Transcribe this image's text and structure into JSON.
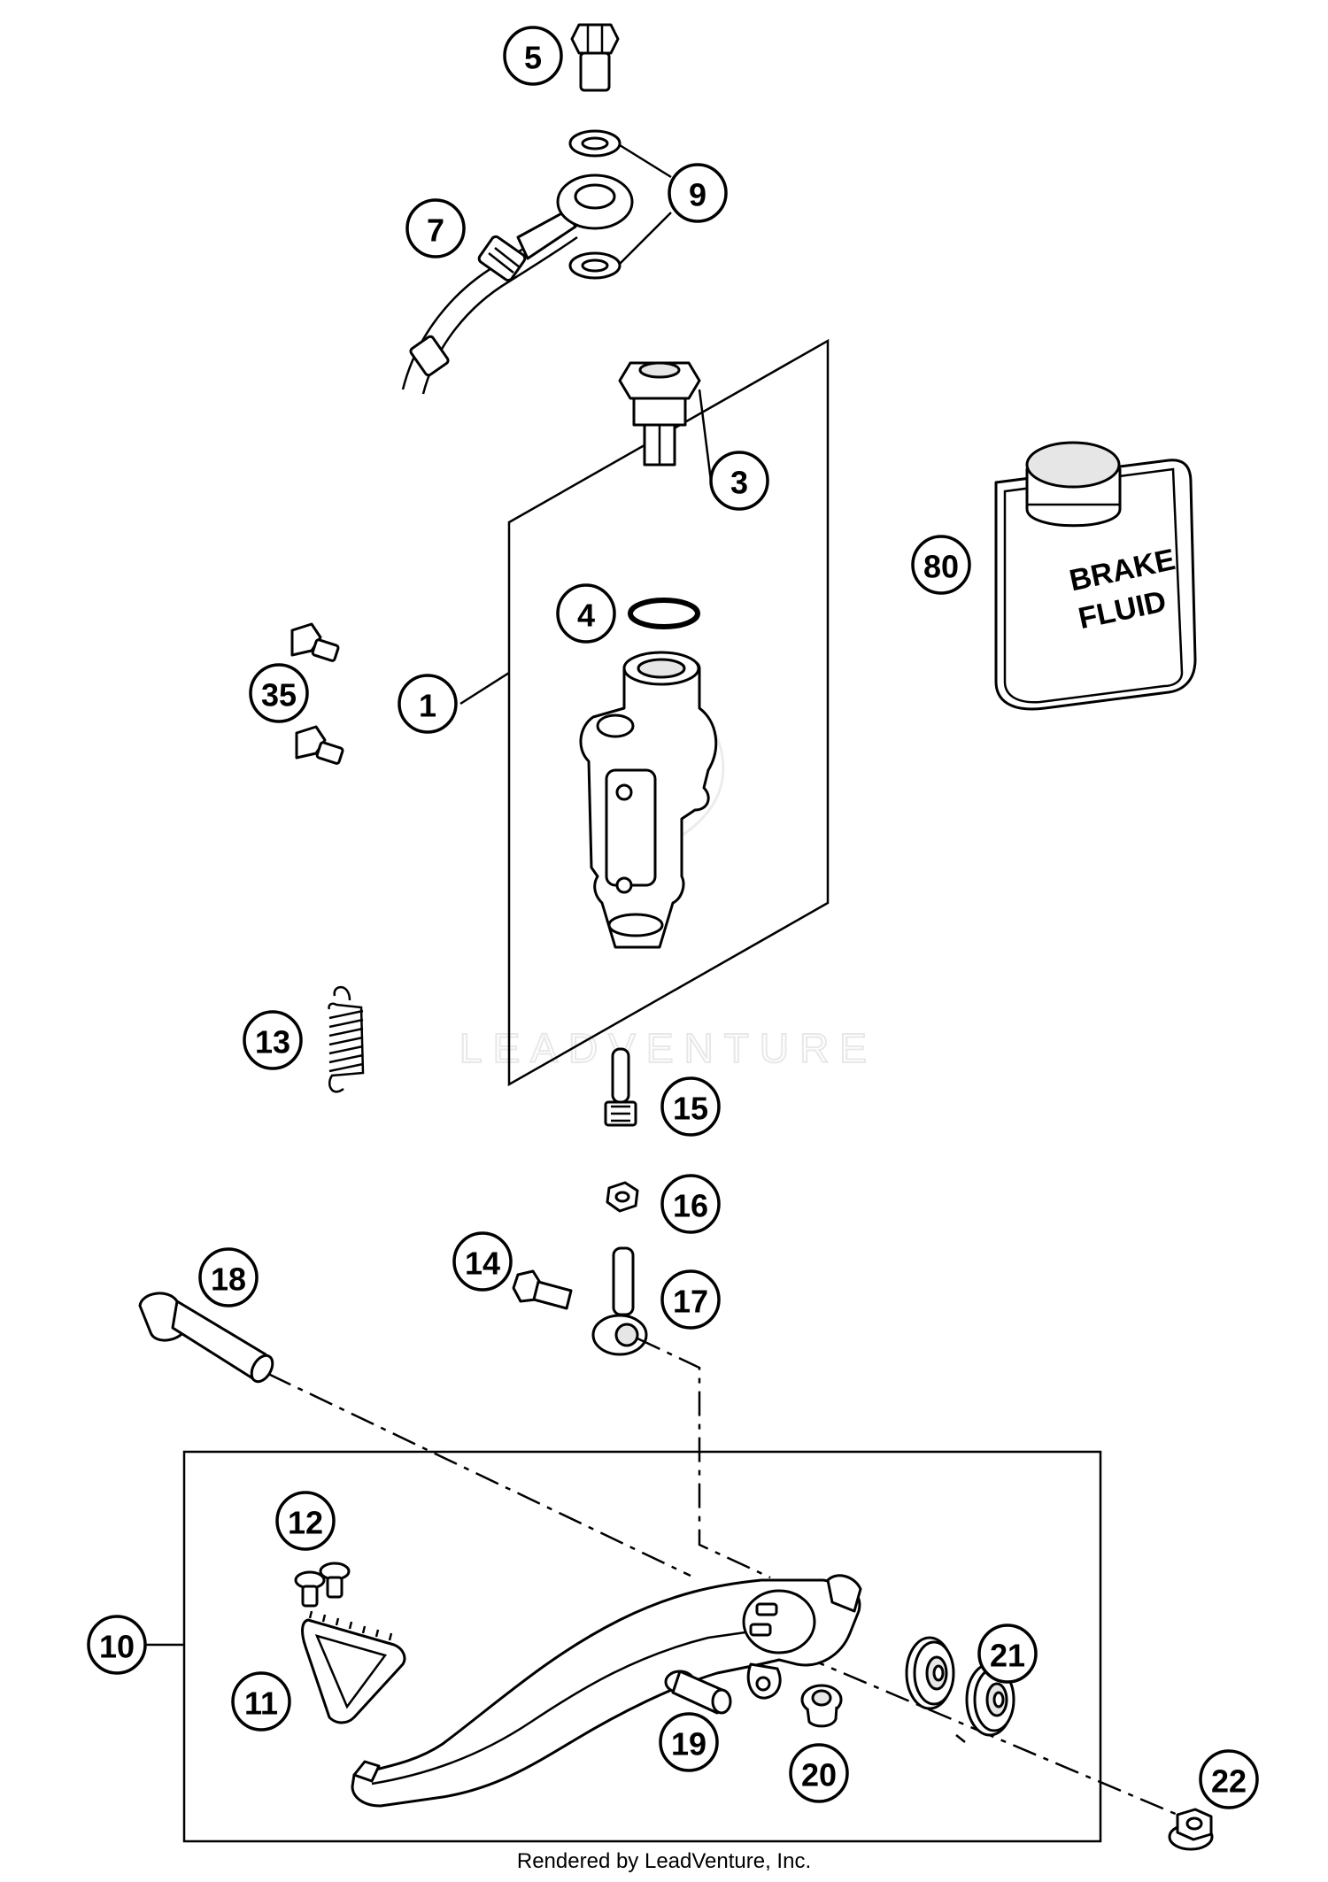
{
  "callouts": [
    {
      "id": "1",
      "label": "1"
    },
    {
      "id": "3",
      "label": "3"
    },
    {
      "id": "4",
      "label": "4"
    },
    {
      "id": "5",
      "label": "5"
    },
    {
      "id": "7",
      "label": "7"
    },
    {
      "id": "9",
      "label": "9"
    },
    {
      "id": "10",
      "label": "10"
    },
    {
      "id": "11",
      "label": "11"
    },
    {
      "id": "12",
      "label": "12"
    },
    {
      "id": "13",
      "label": "13"
    },
    {
      "id": "14",
      "label": "14"
    },
    {
      "id": "15",
      "label": "15"
    },
    {
      "id": "16",
      "label": "16"
    },
    {
      "id": "17",
      "label": "17"
    },
    {
      "id": "18",
      "label": "18"
    },
    {
      "id": "19",
      "label": "19"
    },
    {
      "id": "20",
      "label": "20"
    },
    {
      "id": "21",
      "label": "21"
    },
    {
      "id": "22",
      "label": "22"
    },
    {
      "id": "35",
      "label": "35"
    },
    {
      "id": "80",
      "label": "80"
    }
  ],
  "can_label": {
    "line1": "BRAKE",
    "line2": "FLUID"
  },
  "watermark": "LEADVENTURE",
  "footer": "Rendered by LeadVenture, Inc."
}
